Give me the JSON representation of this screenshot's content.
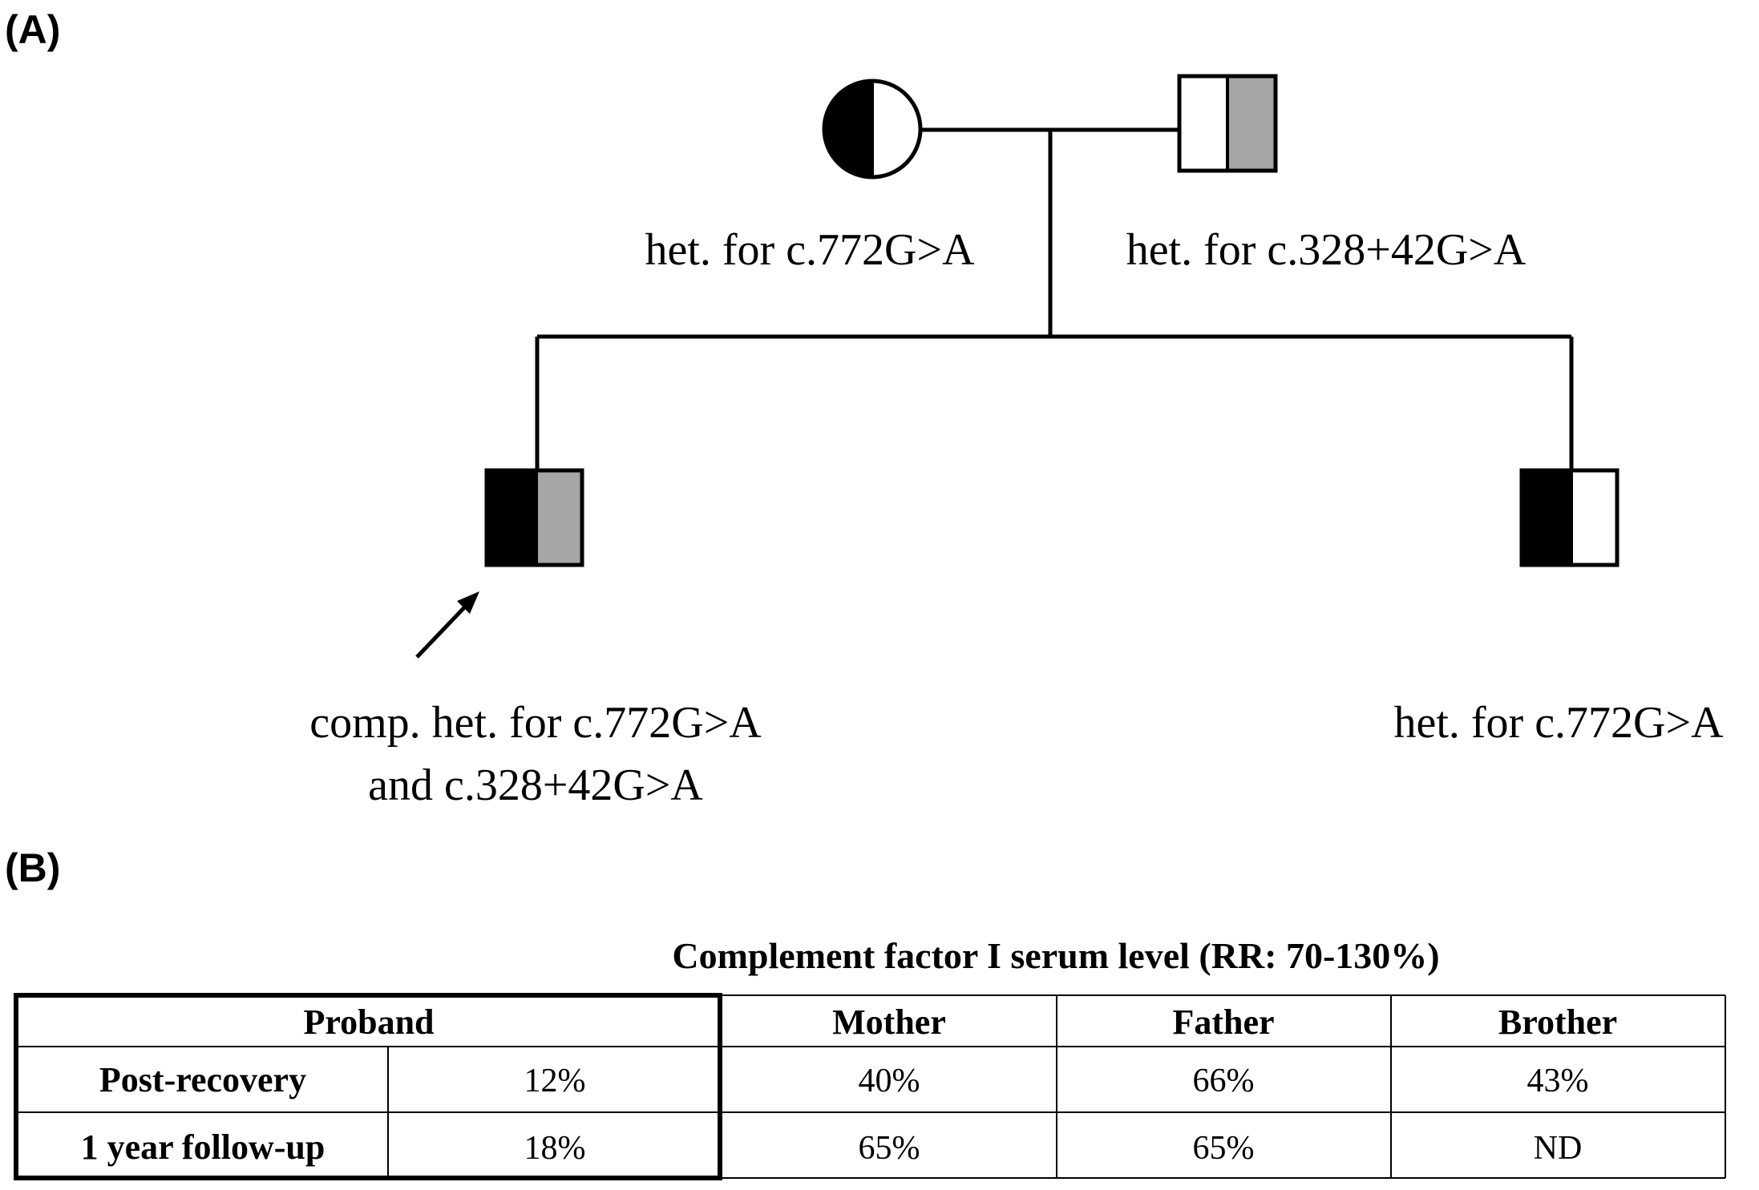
{
  "panels": {
    "a_label": "(A)",
    "b_label": "(B)"
  },
  "pedigree": {
    "mother": {
      "genotype": "het. for c.772G>A"
    },
    "father": {
      "genotype": "het. for c.328+42G>A"
    },
    "proband": {
      "line1": "comp. het. for c.772G>A",
      "line2": "and c.328+42G>A"
    },
    "brother": {
      "genotype": "het. for c.772G>A"
    },
    "colors": {
      "allele_a": "#000000",
      "allele_b": "#a6a6a6",
      "normal": "#ffffff"
    }
  },
  "table": {
    "title": "Complement factor I serum level (RR: 70-130%)",
    "headers": [
      "Proband",
      "Mother",
      "Father",
      "Brother"
    ],
    "rows": [
      {
        "label": "Post-recovery",
        "values": [
          "12%",
          "40%",
          "66%",
          "43%"
        ]
      },
      {
        "label": "1 year follow-up",
        "values": [
          "18%",
          "65%",
          "65%",
          "ND"
        ]
      }
    ]
  }
}
